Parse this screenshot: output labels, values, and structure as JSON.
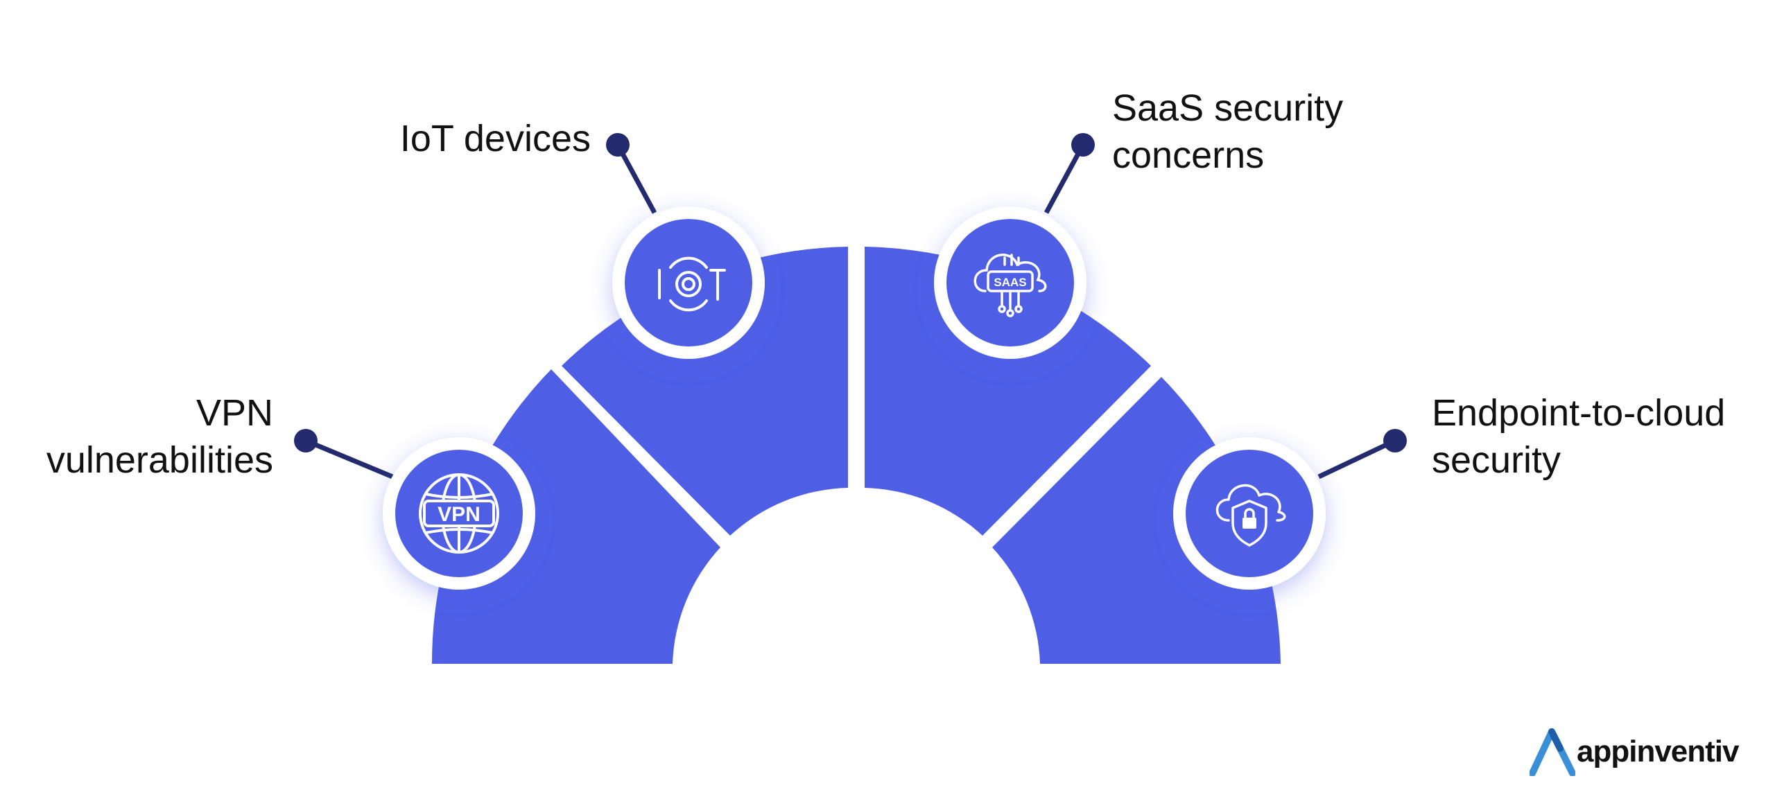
{
  "colors": {
    "segment": "#4e5fe6",
    "pointer": "#232a6e",
    "ring": "#ffffff",
    "text": "#111111",
    "logo_accent": "#3b8fd6"
  },
  "items": [
    {
      "id": "vpn",
      "label_lines": [
        "VPN",
        "vulnerabilities"
      ],
      "icon": "vpn-globe-icon",
      "icon_text": "VPN"
    },
    {
      "id": "iot",
      "label_lines": [
        "IoT devices"
      ],
      "icon": "iot-icon",
      "icon_text": "IOT"
    },
    {
      "id": "saas",
      "label_lines": [
        "SaaS security",
        "concerns"
      ],
      "icon": "saas-cloud-icon",
      "icon_text": "SAAS"
    },
    {
      "id": "endpoint",
      "label_lines": [
        "Endpoint-to-cloud",
        "security"
      ],
      "icon": "cloud-shield-lock-icon",
      "icon_text": ""
    }
  ],
  "logo": {
    "text": "appinventiv"
  }
}
